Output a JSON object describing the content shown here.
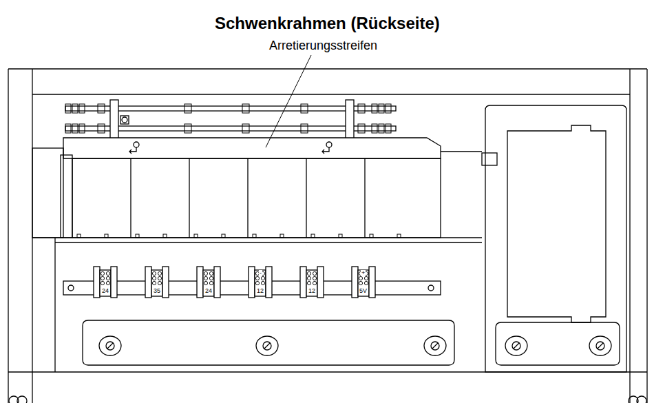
{
  "diagram": {
    "title": "Schwenkrahmen (Rückseite)",
    "labels": [
      "Arretierungsstreifen",
      "24",
      "35",
      "24",
      "-",
      "12",
      "12",
      "+",
      "5V"
    ]
  }
}
